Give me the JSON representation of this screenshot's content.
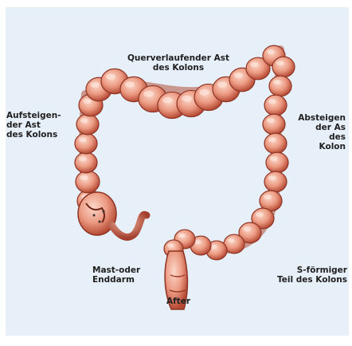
{
  "labels": {
    "transverse": "Querverlaufender Ast\ndes Kolons",
    "ascending": "Aufsteigen-\nder Ast\ndes Kolons",
    "descending": "Absteigen\nder As\ndes\nKolon",
    "rectum": "Mast-oder\nEnddarm",
    "sigmoid": "S-förmiger\nTeil des Kolons",
    "anus": "After"
  },
  "colors": {
    "background": "#e7f0f8",
    "colon": "#e9957c",
    "colon_shadow": "#9b3b2a",
    "colon_highlight": "#f9cdbd",
    "text": "#1f1f1f"
  }
}
